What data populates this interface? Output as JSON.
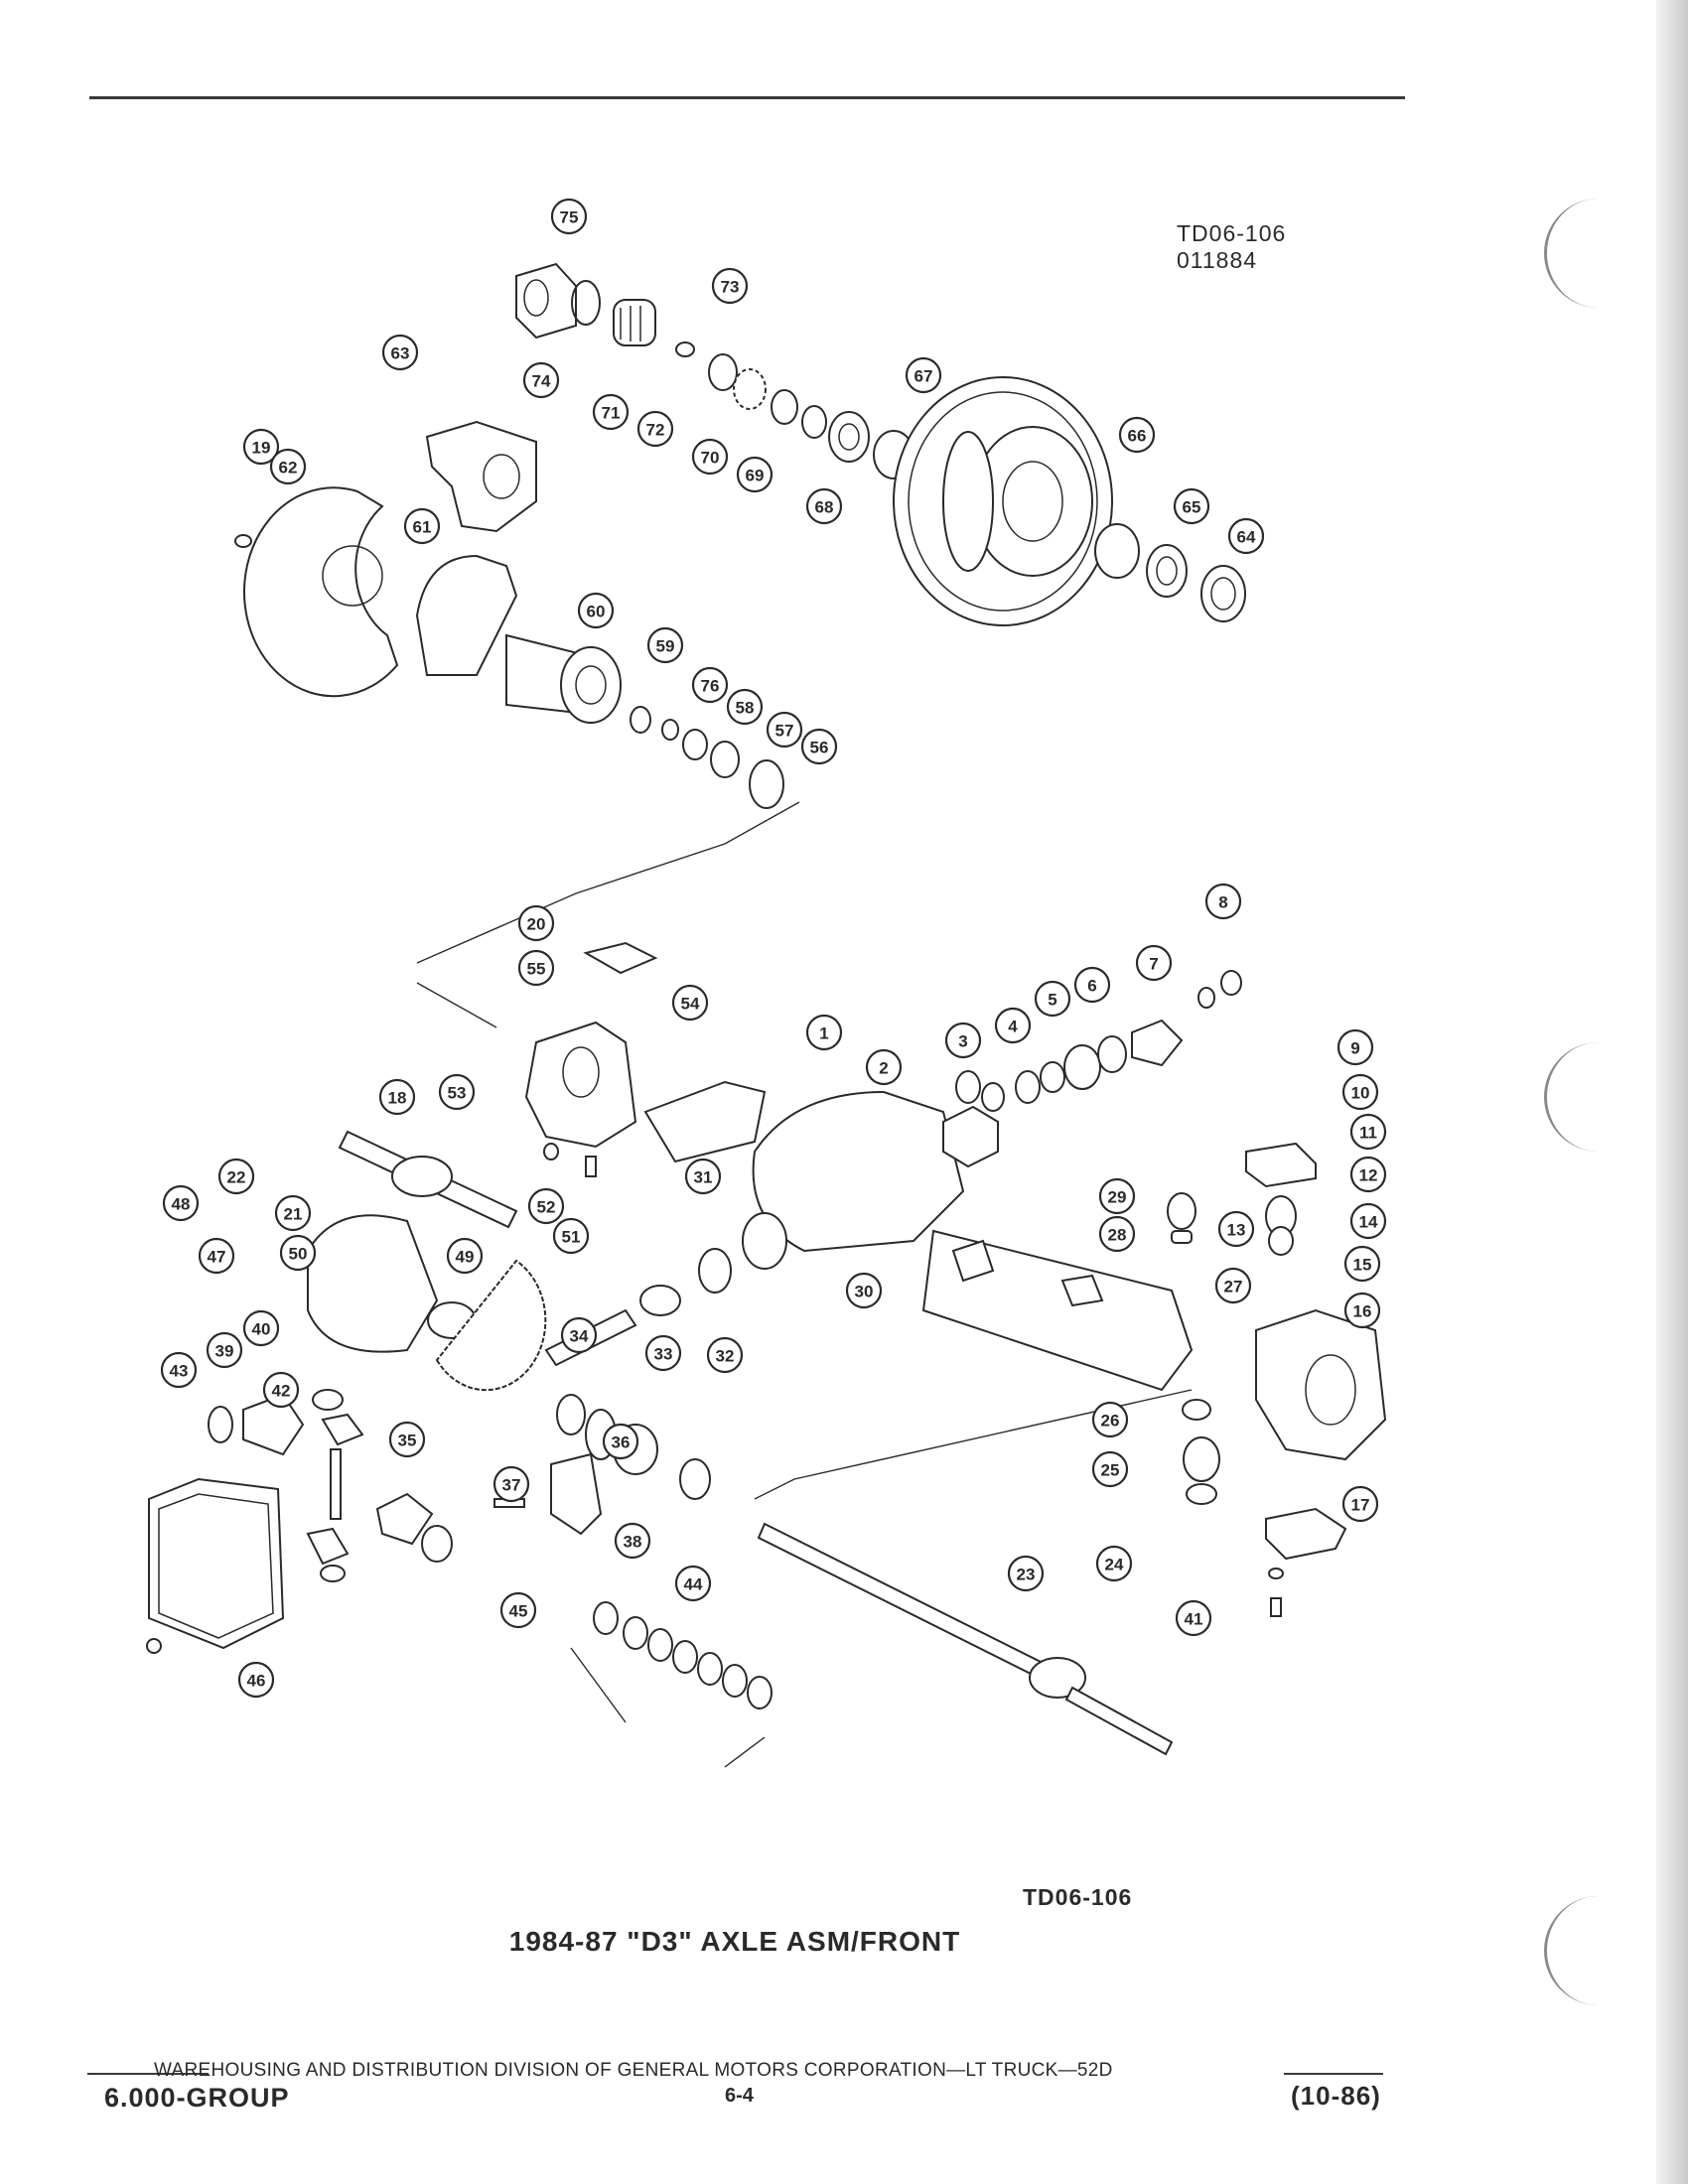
{
  "drawing": {
    "ref_code": "TD06-106",
    "ref_date": "011884",
    "bottom_ref": "TD06-106",
    "title": "1984-87 \"D3\" AXLE ASM/FRONT"
  },
  "footer": {
    "credit": "WAREHOUSING AND DISTRIBUTION  DIVISION OF GENERAL MOTORS CORPORATION—LT TRUCK—52D",
    "group": "6.000-GROUP",
    "page": "6-4",
    "revision": "(10-86)"
  },
  "callouts": [
    "75",
    "73",
    "74",
    "71",
    "72",
    "70",
    "69",
    "68",
    "67",
    "66",
    "65",
    "64",
    "63",
    "19",
    "62",
    "61",
    "60",
    "59",
    "76",
    "58",
    "57",
    "56",
    "20",
    "55",
    "54",
    "53",
    "1",
    "2",
    "3",
    "4",
    "5",
    "6",
    "7",
    "8",
    "9",
    "10",
    "11",
    "12",
    "13",
    "14",
    "15",
    "16",
    "17",
    "18",
    "22",
    "21",
    "48",
    "50",
    "47",
    "52",
    "51",
    "49",
    "34",
    "31",
    "32",
    "33",
    "30",
    "29",
    "28",
    "27",
    "26",
    "25",
    "24",
    "23",
    "41",
    "40",
    "39",
    "43",
    "42",
    "35",
    "36",
    "37",
    "38",
    "44",
    "45",
    "46"
  ]
}
